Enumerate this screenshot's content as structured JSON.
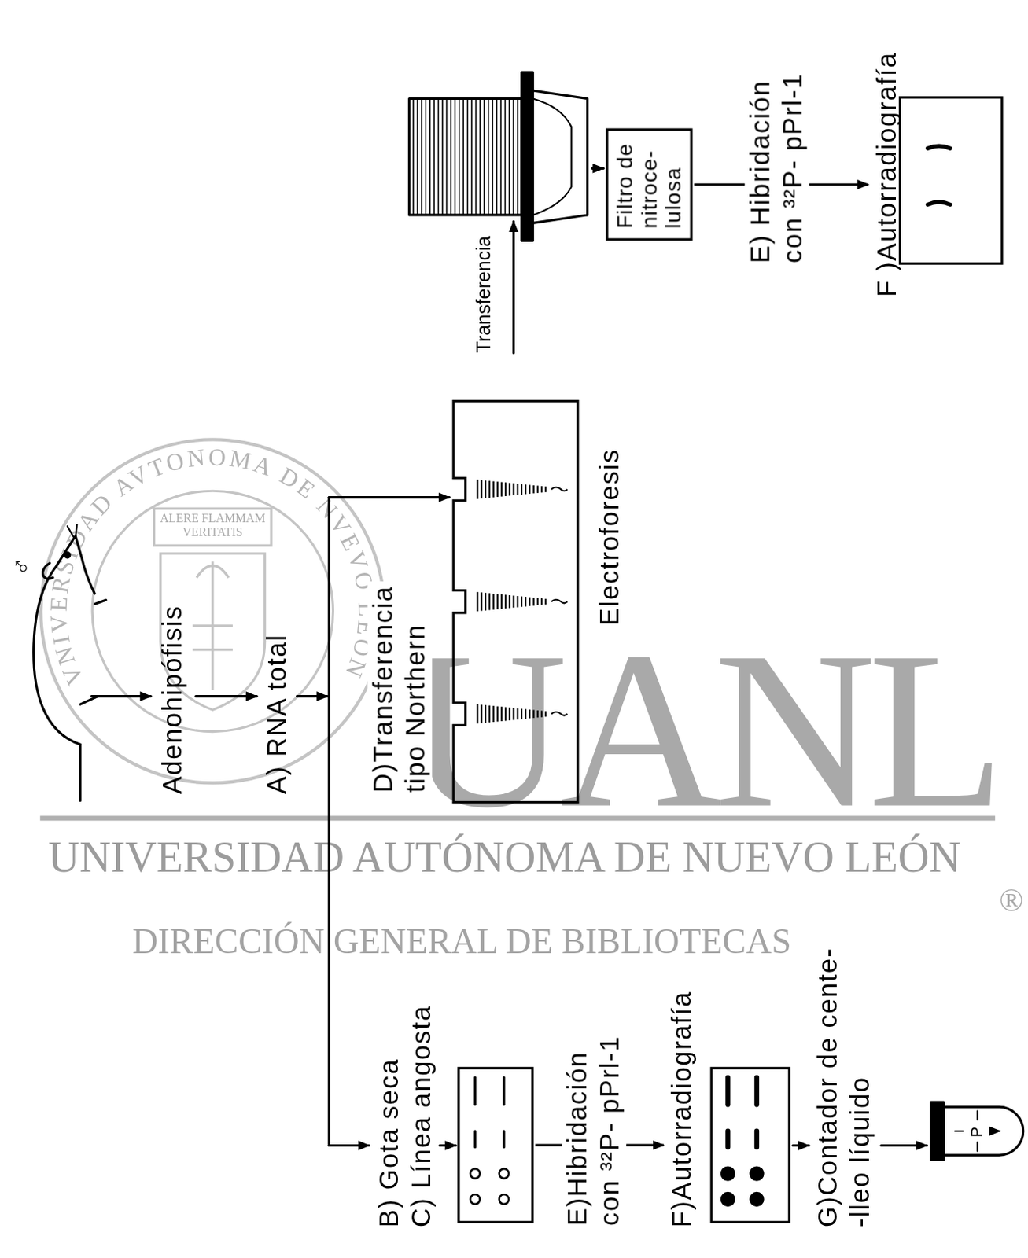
{
  "diagram": {
    "nodes": [
      {
        "text": [
          "Electroforesis"
        ]
      },
      {
        "text": [
          "Filtro de nitroce- lulosa"
        ]
      },
      {
        "text": [
          "F )Autorradiografía"
        ]
      },
      {
        "text": [
          "B) Gota seca",
          "C) Línea angosta"
        ]
      },
      {
        "text": [
          "F)Autorradiografía"
        ]
      }
    ],
    "edges": [
      {
        "from": 1,
        "to": 2,
        "arrow": "to",
        "label": "E) Hibridación con ³²P- pPrl-1"
      },
      {
        "from": 3,
        "to": 4,
        "arrow": "to",
        "label": "E)Hibridación con ³²P- pPrl-1"
      }
    ],
    "labels": [
      "♂",
      "Adenohipófisis",
      "A) RNA total",
      "D)Transferencia tipo Northern",
      "Transferencia",
      "G)Contador de cente- -lleo líquido",
      "P",
      "VNIVERSIDAD AVTONOMA DE NVEVO LEON",
      "ALERE FLAMMAM VERITATIS",
      "UANL",
      "UNIVERSIDAD AUTÓNOMA DE NUEVO LEÓN",
      "®",
      "DIRECCIÓN GENERAL DE BIBLIOTECAS"
    ]
  }
}
